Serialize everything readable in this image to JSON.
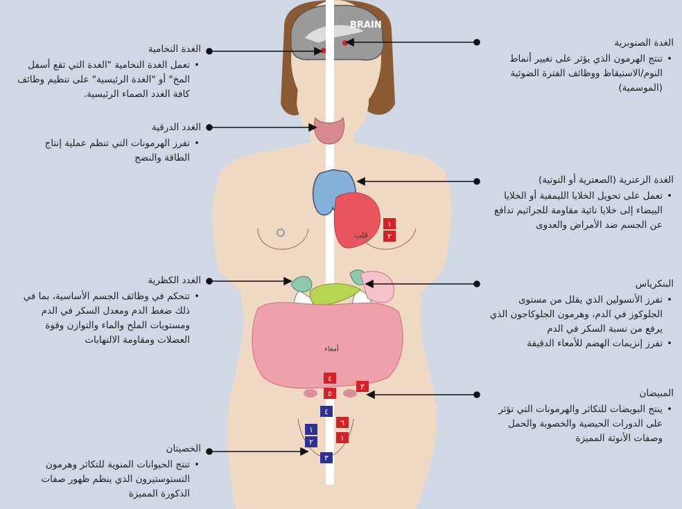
{
  "brain_label": "BRAIN",
  "heart_label": "قلب",
  "intestine_label": "أمعاء",
  "pituitary": {
    "title": "الغدة النخامية",
    "bullets": [
      "تعمل الغدة النخامية \"الغدة التي تقع أسفل المخ\" أو \"الغدة الرئيسية\" على تنظيم وظائف كافة الغدد الصماء الرئيسية."
    ]
  },
  "pineal": {
    "title": "الغدة الصنوبرية",
    "bullets": [
      "تنتج الهرمون الذي يؤثر على تغيير أنماط النوم/الاستيقاظ ووظائف الفترة الضوئية (الموسمية)"
    ]
  },
  "thyroid": {
    "title": "الغدد الدرقية",
    "bullets": [
      "تفرز الهرمونات التي تنظم عملية إنتاج الطاقة والنضج"
    ]
  },
  "thymus": {
    "title": "الغدة الزعترية (الصعترية أو التوتية)",
    "bullets": [
      "تعمل على تحويل الخلايا الليمفية أو الخلايا البيضاء إلى خلايا تائية مقاومة للجراثيم تدافع عن الجسم ضد الأمراض والعدوى"
    ]
  },
  "adrenal": {
    "title": "الغدد الكظرية",
    "bullets": [
      "تتحكم في وظائف الجسم الأساسية، بما في ذلك ضغط الدم ومعدل السكر في الدم ومستويات الملح والماء والتوازن وقوة العضلات ومقاومة الالتهابات"
    ]
  },
  "pancreas": {
    "title": "البنكرياس",
    "bullets": [
      "تفرز الأنسولين الذي يقلل من مستوى الجلوكوز في الدم، وهرمون الجلوكاجون الذي يرفع من نسبة السكر في الدم",
      "تفرز إنزيمات الهضم للأمعاء الدقيقة"
    ]
  },
  "ovaries": {
    "title": "المبيضان",
    "bullets": [
      "ينتج البويضات للتكاثر والهرمونات التي تؤثر على الدورات الحيضية والخصوبة والحمل وصفات الأنوثة المميزة"
    ]
  },
  "testes": {
    "title": "الخصيتان",
    "bullets": [
      "تنتج الحيوانات المنوية للتكاثر وهرمون التستوستيرون الذي ينظم ظهور صفات الذكورة المميزة"
    ]
  },
  "markers": {
    "red_1": "١",
    "red_2": "٢",
    "red_3": "٣",
    "red_4": "٤",
    "red_5": "٥",
    "red_6": "٦",
    "red_1b": "١",
    "blue_1": "١",
    "blue_2": "٢",
    "blue_3": "٣",
    "blue_4": "٤"
  },
  "colors": {
    "background": "#cfd8e4",
    "skin": "#f0d9c2",
    "hair": "#8a5a33",
    "marker_red": "#d62027",
    "marker_blue": "#2e3191",
    "thymus": "#86b2d9",
    "thyroid": "#d58a8f",
    "intestine": "#eea0ab"
  }
}
